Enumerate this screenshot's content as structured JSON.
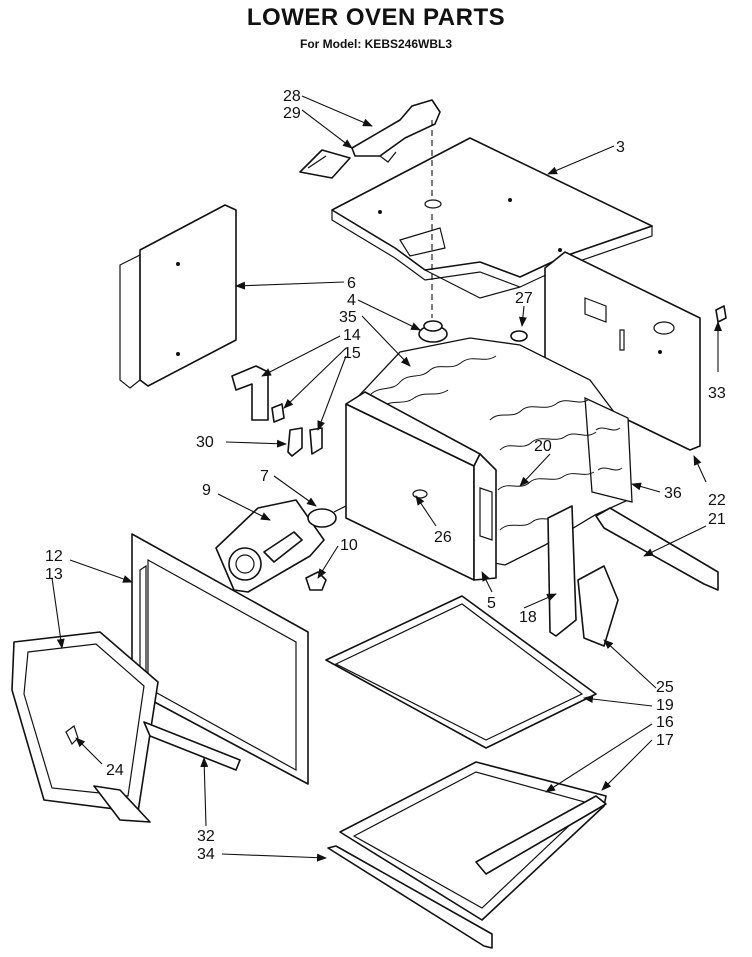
{
  "header": {
    "title": "LOWER OVEN PARTS",
    "subtitle": "For Model: KEBS246WBL3"
  },
  "callouts": {
    "c28": "28",
    "c29": "29",
    "c3": "3",
    "c6": "6",
    "c4": "4",
    "c35": "35",
    "c14": "14",
    "c15": "15",
    "c27": "27",
    "c33": "33",
    "c30": "30",
    "c20": "20",
    "c7": "7",
    "c9": "9",
    "c36": "36",
    "c22": "22",
    "c21": "21",
    "c26": "26",
    "c10": "10",
    "c12": "12",
    "c13": "13",
    "c5": "5",
    "c18": "18",
    "c25": "25",
    "c19": "19",
    "c16": "16",
    "c17": "17",
    "c24": "24",
    "c32": "32",
    "c34": "34"
  }
}
